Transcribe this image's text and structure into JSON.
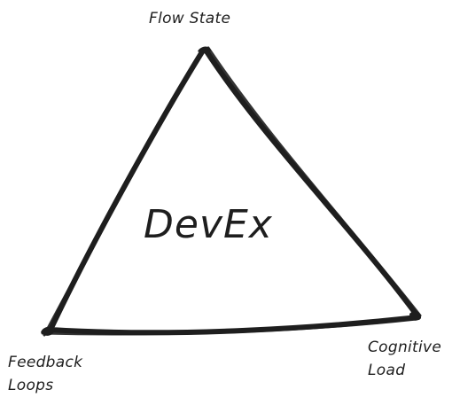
{
  "diagram": {
    "center": "DevEx",
    "vertices": {
      "top": {
        "lines": [
          "Flow State"
        ]
      },
      "bottom_left": {
        "lines": [
          "Feedback",
          "Loops"
        ]
      },
      "bottom_right": {
        "lines": [
          "Cognitive",
          "Load"
        ]
      }
    },
    "colors": {
      "stroke": "#1e1e1e",
      "text": "#1e1e1e",
      "background": "#ffffff"
    }
  }
}
